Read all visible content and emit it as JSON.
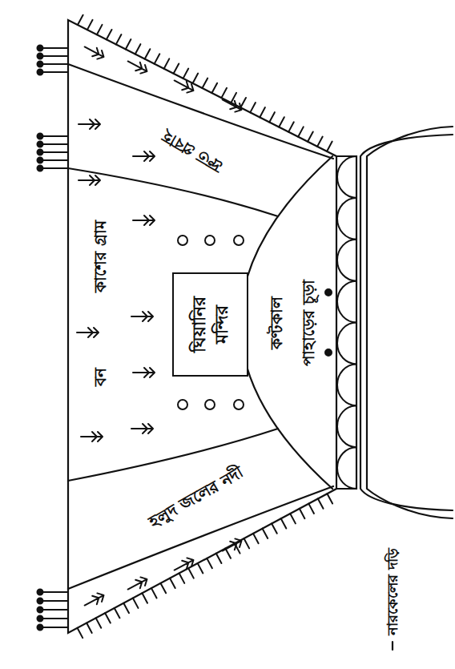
{
  "diagram": {
    "nodes": [
      {
        "text": [
          "ঘিয়ানির মন্দির"
        ]
      }
    ],
    "labels": [
      "দ্রুত প্রবাহ",
      "বন",
      "কাশের গ্রাম",
      "হলুদ জলের নদী",
      "কণ্টকাল",
      "পাহাড়ের চূড়া",
      "নারকেলের দড়ি"
    ]
  }
}
